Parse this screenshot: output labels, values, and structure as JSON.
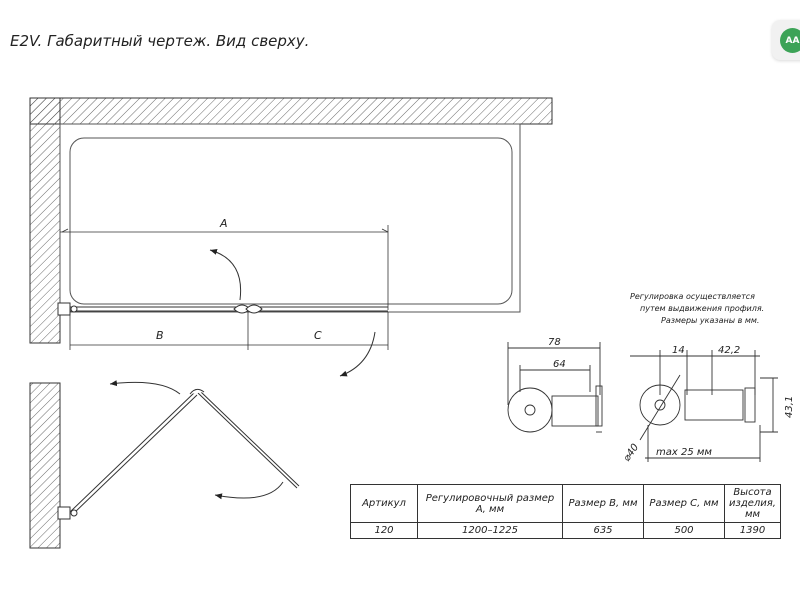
{
  "title": "E2V. Габаритный чертеж. Вид сверху.",
  "avatar_initials": "AA",
  "drawing": {
    "dim_a": "A",
    "dim_b": "B",
    "dim_c": "C",
    "note_line1": "Регулировка осуществляется",
    "note_line2": "путем выдвижения профиля.",
    "note_line3": "Размеры указаны в мм.",
    "dim_78": "78",
    "dim_64": "64",
    "dim_14": "14",
    "dim_42_2": "42,2",
    "dim_43_1": "43,1",
    "dim_d40": "⌀40",
    "dim_max": "max 25 мм"
  },
  "table": {
    "headers": [
      "Артикул",
      "Регулировочный размер А, мм",
      "Размер В, мм",
      "Размер С, мм",
      "Высота изделия, мм"
    ],
    "rows": [
      [
        "120",
        "1200–1225",
        "635",
        "500",
        "1390"
      ]
    ]
  }
}
